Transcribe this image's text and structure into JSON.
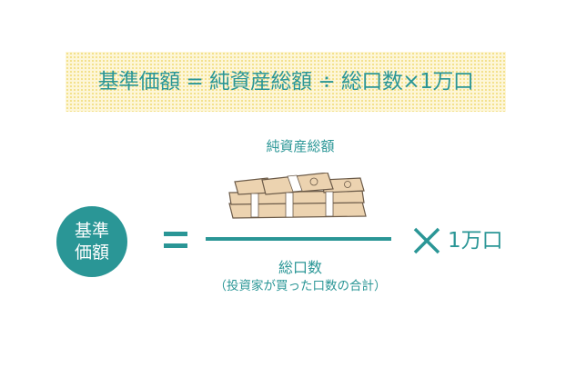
{
  "banner": {
    "formula": "基準価額 = 純資産総額 ÷ 総口数×1万口"
  },
  "diagram": {
    "result_line1": "基準",
    "result_line2": "価額",
    "numerator": "純資産総額",
    "numerator_icon": "money-stack-icon",
    "denominator": "総口数",
    "denominator_note": "（投資家が買った口数の合計）",
    "multiplier": "1万口"
  },
  "colors": {
    "accent": "#2a9696",
    "banner_bg": "#fdf6d8",
    "money": "#ecd3b0"
  }
}
